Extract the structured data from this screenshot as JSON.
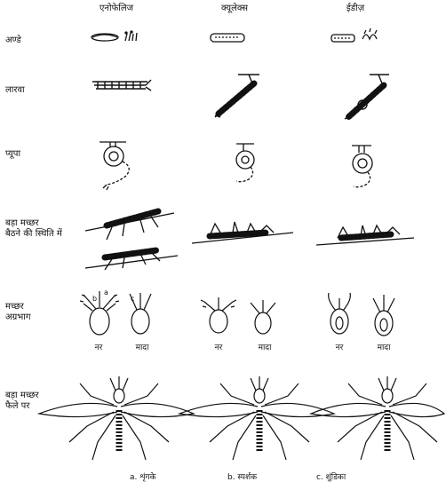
{
  "columns": [
    "एनोफेलिज",
    "क्यूलेक्स",
    "ईडीज़"
  ],
  "rows": [
    "अण्डे",
    "लारवा",
    "प्यूपा",
    "बड़ा मच्छर\nबैठने की स्थिति में",
    "मच्छर\nअग्रभाग",
    "बड़ा मच्छर\nफैले पर"
  ],
  "sex_labels": [
    "नर",
    "मादा",
    "नर",
    "मादा",
    "नर",
    "मादा"
  ],
  "head_part_labels": [
    "a",
    "b",
    "c"
  ],
  "captions": [
    "a. शृंगके",
    "b. स्पर्शक",
    "c. शुंडिका"
  ]
}
